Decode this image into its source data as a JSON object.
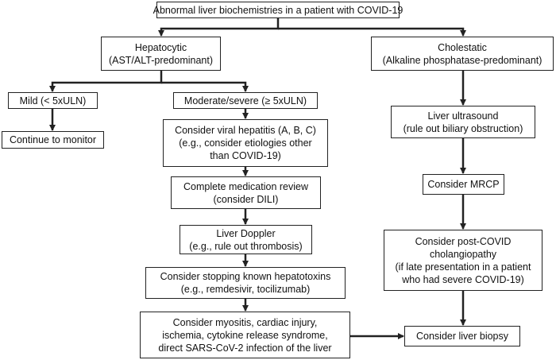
{
  "nodes": {
    "root": {
      "lines": [
        "Abnormal liver biochemistries in a patient with COVID-19"
      ]
    },
    "hepatocytic": {
      "lines": [
        "Hepatocytic",
        "(AST/ALT-predominant)"
      ]
    },
    "cholestatic": {
      "lines": [
        "Cholestatic",
        "(Alkaline phosphatase-predominant)"
      ]
    },
    "mild": {
      "lines": [
        "Mild (< 5xULN)"
      ]
    },
    "moderate": {
      "lines": [
        "Moderate/severe (≥ 5xULN)"
      ]
    },
    "monitor": {
      "lines": [
        "Continue to monitor"
      ]
    },
    "viral": {
      "lines": [
        "Consider viral hepatitis (A, B, C)",
        "(e.g., consider etiologies other",
        "than COVID-19)"
      ]
    },
    "medication": {
      "lines": [
        "Complete medication review",
        "(consider DILI)"
      ]
    },
    "doppler": {
      "lines": [
        "Liver Doppler",
        "(e.g., rule out thrombosis)"
      ]
    },
    "hepatotoxins": {
      "lines": [
        "Consider stopping known hepatotoxins",
        "(e.g., remdesivir, tocilizumab)"
      ]
    },
    "myositis": {
      "lines": [
        "Consider myositis, cardiac injury,",
        "ischemia, cytokine release syndrome,",
        "direct SARS-CoV-2 infection of the liver"
      ]
    },
    "ultrasound": {
      "lines": [
        "Liver ultrasound",
        "(rule out biliary obstruction)"
      ]
    },
    "mrcp": {
      "lines": [
        "Consider MRCP"
      ]
    },
    "postcovid": {
      "lines": [
        "Consider post-COVID",
        "cholangiopathy",
        "(if late presentation in a patient",
        "who had severe COVID-19)"
      ]
    },
    "biopsy": {
      "lines": [
        "Consider liver biopsy"
      ]
    }
  },
  "colors": {
    "stroke": "#222222",
    "text": "#111111",
    "background": "#ffffff"
  }
}
